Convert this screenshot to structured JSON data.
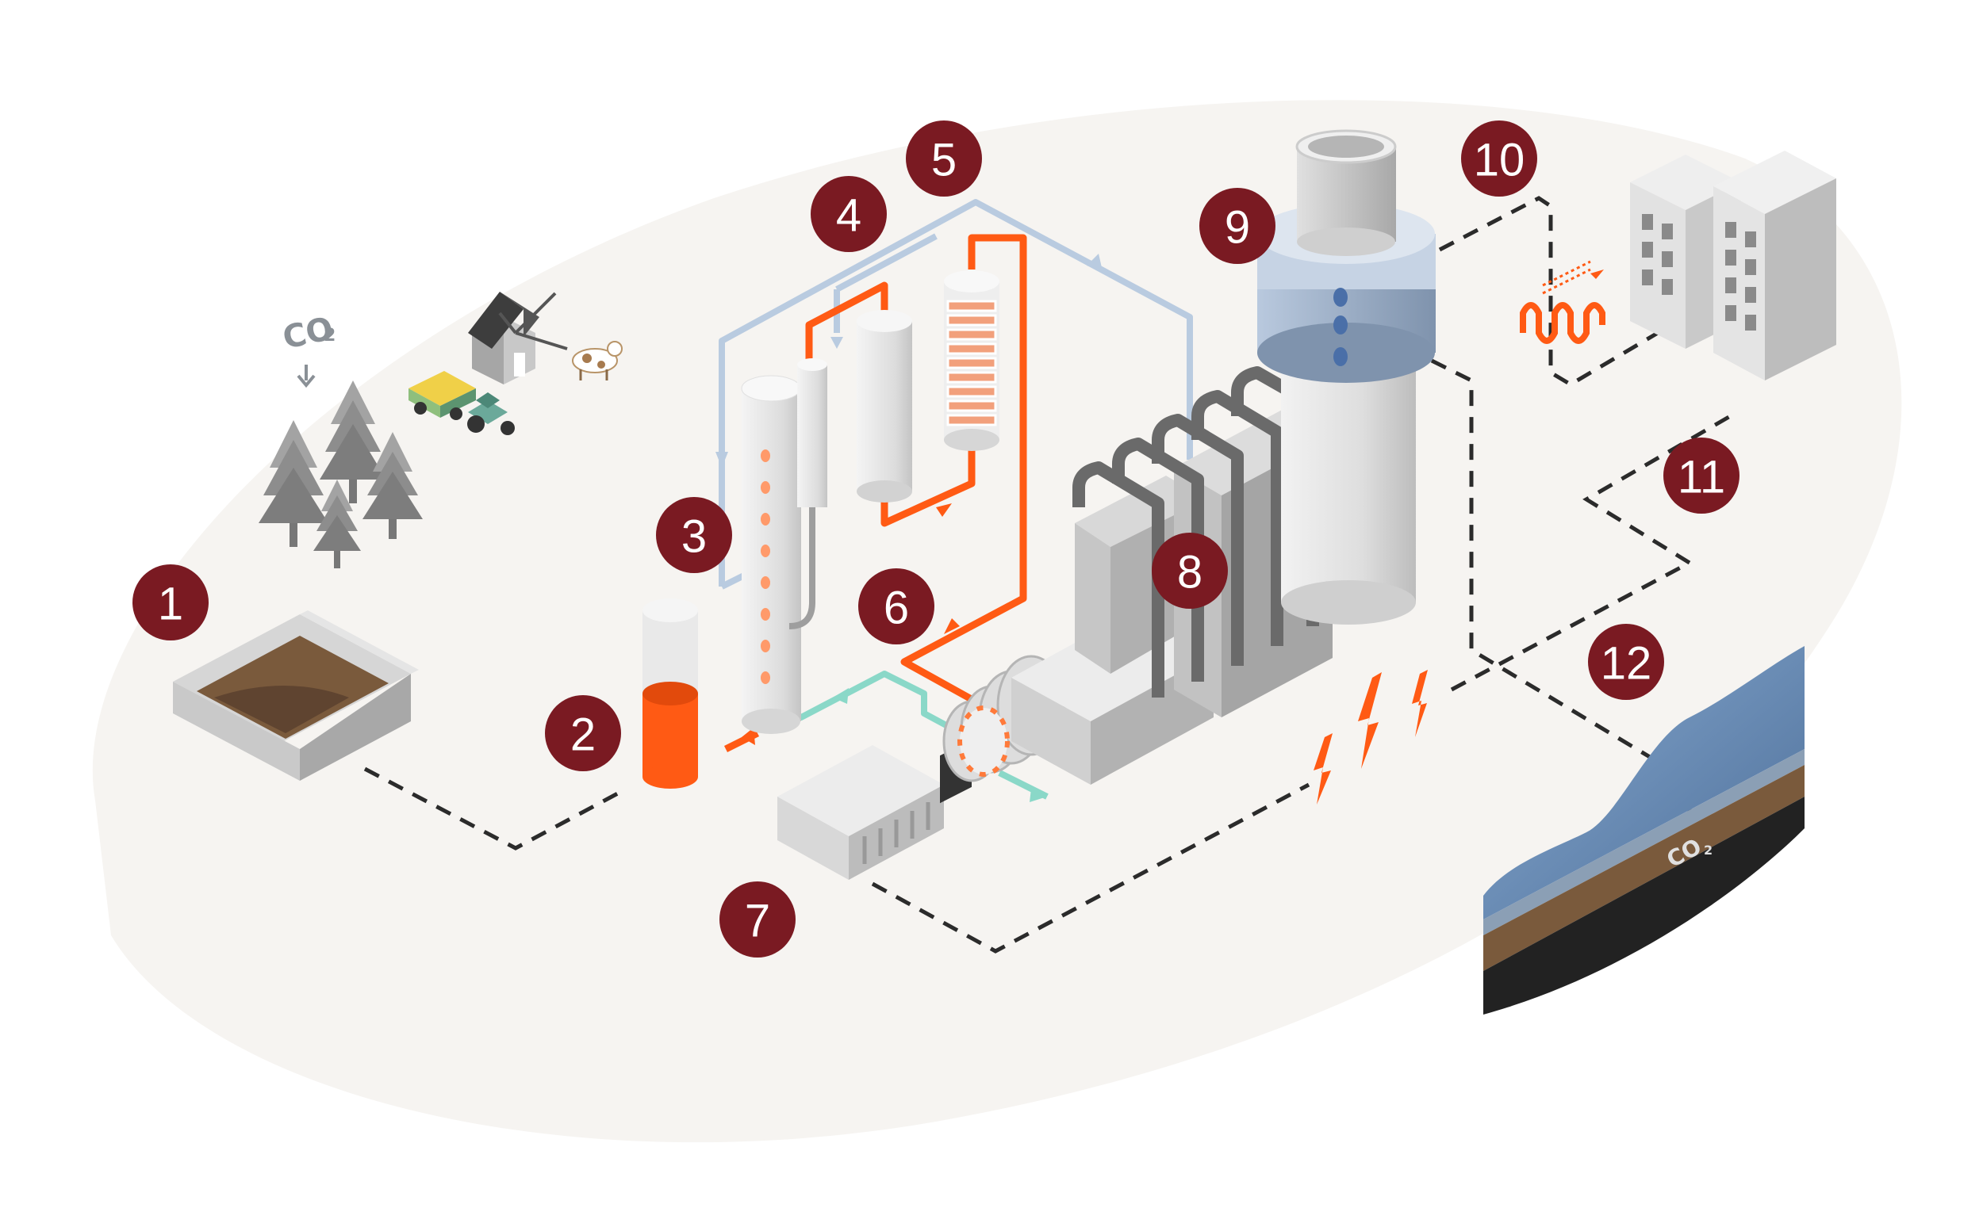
{
  "colors": {
    "background_oval": "#f6f4f1",
    "marker_fill": "#7a1a22",
    "marker_text": "#ffffff",
    "hot_pipe": "#ff5a14",
    "cool_pipe": "#b9cbe0",
    "teal_pipe": "#8ad8c8",
    "dashed_line": "#2b2b2b",
    "equipment_light": "#e6e6e6",
    "equipment_mid": "#cfcfcf",
    "equipment_dark": "#9c9c9c",
    "soil": "#7a5a3c",
    "water": "#6d93bf"
  },
  "co2_labels": {
    "atmosphere": {
      "main": "CO",
      "sub": "2"
    },
    "storage": {
      "main": "CO",
      "sub": "2"
    }
  },
  "markers": [
    {
      "id": "1",
      "label": "1"
    },
    {
      "id": "2",
      "label": "2"
    },
    {
      "id": "3",
      "label": "3"
    },
    {
      "id": "4",
      "label": "4"
    },
    {
      "id": "5",
      "label": "5"
    },
    {
      "id": "6",
      "label": "6"
    },
    {
      "id": "7",
      "label": "7"
    },
    {
      "id": "8",
      "label": "8"
    },
    {
      "id": "9",
      "label": "9"
    },
    {
      "id": "10",
      "label": "10"
    },
    {
      "id": "11",
      "label": "11"
    },
    {
      "id": "12",
      "label": "12"
    }
  ],
  "icons": {
    "trees": "pine-tree-icon",
    "farmhouse": "windmill-farm-icon",
    "tractor": "tractor-trailer-icon",
    "cow": "cow-icon",
    "lightning": "lightning-bolt-icon",
    "heat": "heat-coil-icon",
    "buildings": "apartment-buildings-icon"
  }
}
